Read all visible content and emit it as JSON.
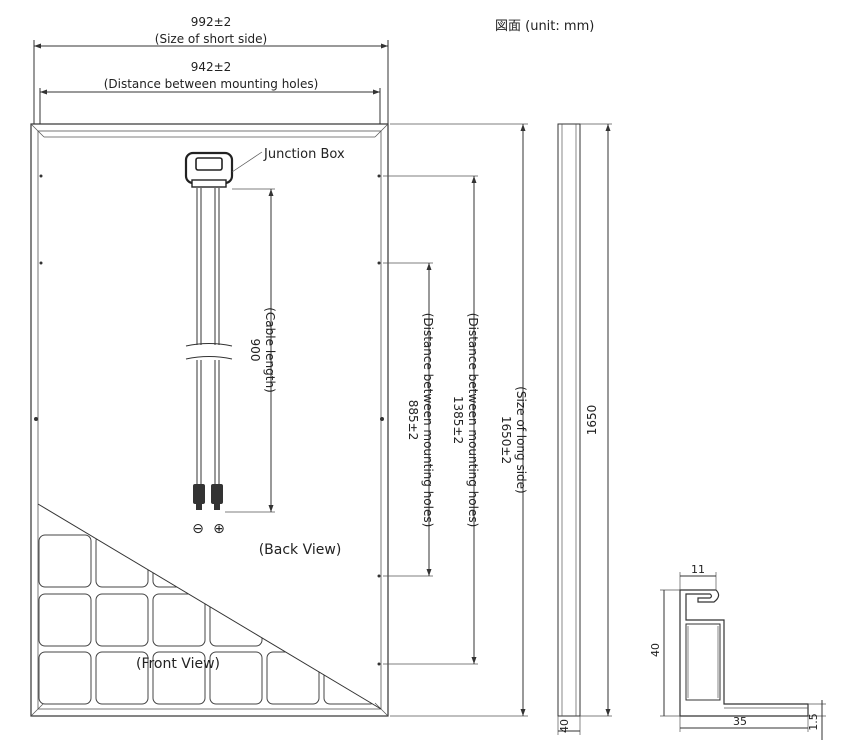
{
  "unit_note": "図面 (unit:  mm)",
  "top_dimensions": {
    "short_side_value": "992±2",
    "short_side_label": "(Size of short side)",
    "mount_holes_value": "942±2",
    "mount_holes_label": "(Distance between mounting holes)"
  },
  "junction_box_label": "Junction Box",
  "cable": {
    "value": "900",
    "label": "(Cable length)"
  },
  "polarity": {
    "negative": "⊖",
    "positive": "⊕"
  },
  "views": {
    "back": "(Back View)",
    "front": "(Front View)"
  },
  "right_dimensions": {
    "holes_885_value": "885±2",
    "holes_885_label": "(Distance between mounting holes)",
    "holes_1385_value": "1385±2",
    "holes_1385_label": "(Distance between mounting holes)",
    "long_side_value": "1650±2",
    "long_side_label": "(Size of long side)"
  },
  "side_view": {
    "length": "1650",
    "thickness": "40"
  },
  "frame_profile": {
    "top_lip": "11",
    "height": "40",
    "base": "35",
    "flange": "1.5"
  }
}
